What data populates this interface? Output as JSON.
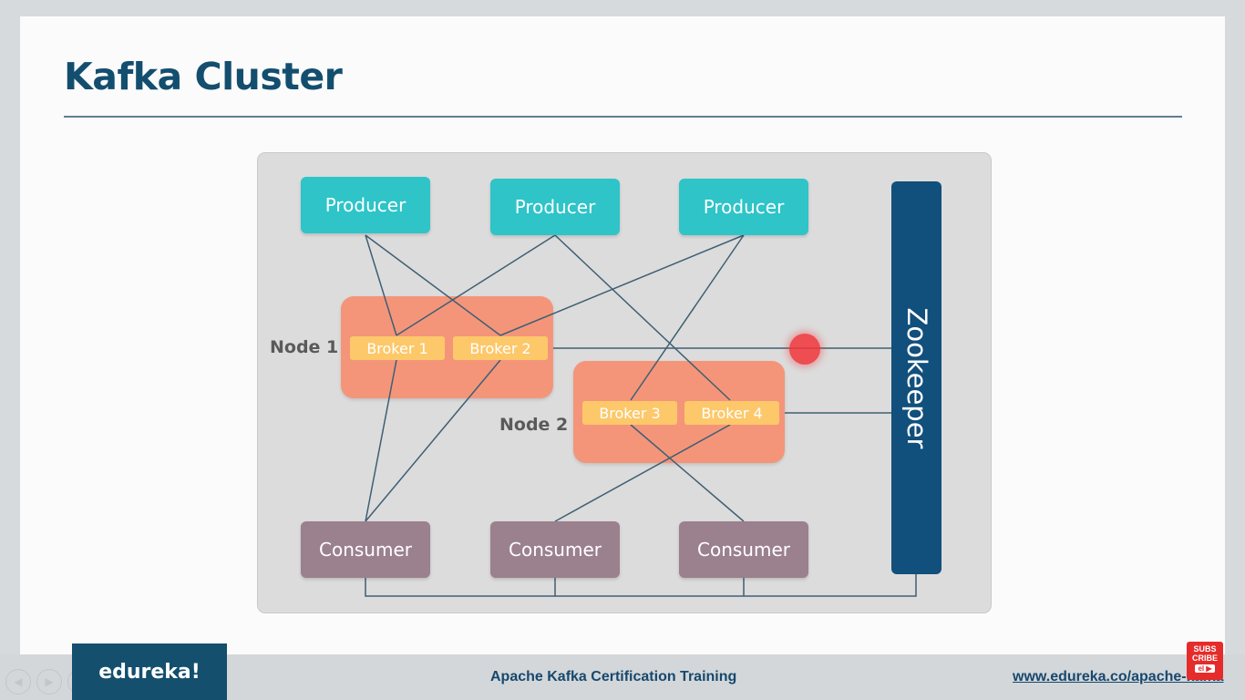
{
  "slide": {
    "title": "Kafka Cluster"
  },
  "diagram": {
    "producers": [
      "Producer",
      "Producer",
      "Producer"
    ],
    "consumers": [
      "Consumer",
      "Consumer",
      "Consumer"
    ],
    "nodes": [
      {
        "label": "Node 1",
        "brokers": [
          "Broker 1",
          "Broker 2"
        ]
      },
      {
        "label": "Node 2",
        "brokers": [
          "Broker 3",
          "Broker 4"
        ]
      }
    ],
    "zookeeper": "Zookeeper"
  },
  "colors": {
    "title": "#134e6f",
    "producer": "#2ec4c8",
    "consumer": "#9b808e",
    "node": "#f4957a",
    "broker": "#fdc86a",
    "zookeeper": "#114f7c",
    "connector": "#3f5f73"
  },
  "footer": {
    "logo": "edureka!",
    "course": "Apache Kafka Certification Training",
    "url": "www.edureka.co/apache-kafka",
    "subscribe_line1": "SUBS",
    "subscribe_line2": "CRIBE",
    "subscribe_play": "el ▶"
  }
}
